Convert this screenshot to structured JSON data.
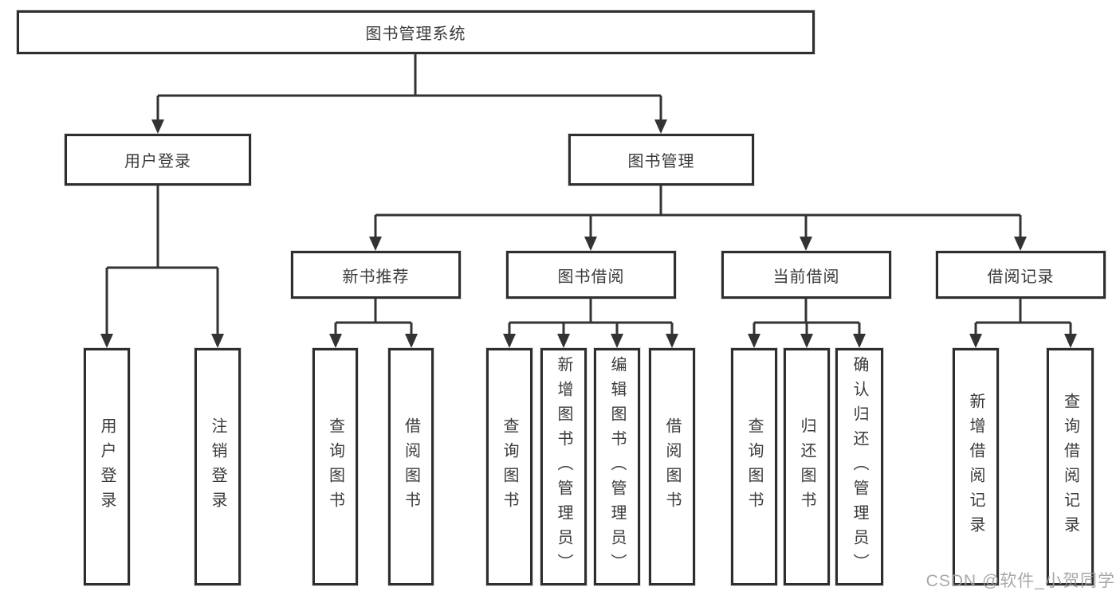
{
  "nodes": {
    "root": "图书管理系统",
    "level2": [
      "用户登录",
      "图书管理"
    ],
    "level3": [
      "新书推荐",
      "图书借阅",
      "当前借阅",
      "借阅记录"
    ],
    "leaves": {
      "login": [
        "用户登录",
        "注销登录"
      ],
      "recommend": [
        "查询图书",
        "借阅图书"
      ],
      "borrow": [
        "查询图书",
        "新增图书（管理员）",
        "编辑图书（管理员）",
        "借阅图书"
      ],
      "current": [
        "查询图书",
        "归还图书",
        "确认归还（管理员）"
      ],
      "records": [
        "新增借阅记录",
        "查询借阅记录"
      ]
    }
  },
  "watermark": {
    "text": "CSDN @软件_小贺同学"
  },
  "colors": {
    "line": "#333333",
    "box_border": "#2e2e2e",
    "text": "#3a3a3a",
    "watermark": "#9e9e9e",
    "background": "#ffffff"
  }
}
